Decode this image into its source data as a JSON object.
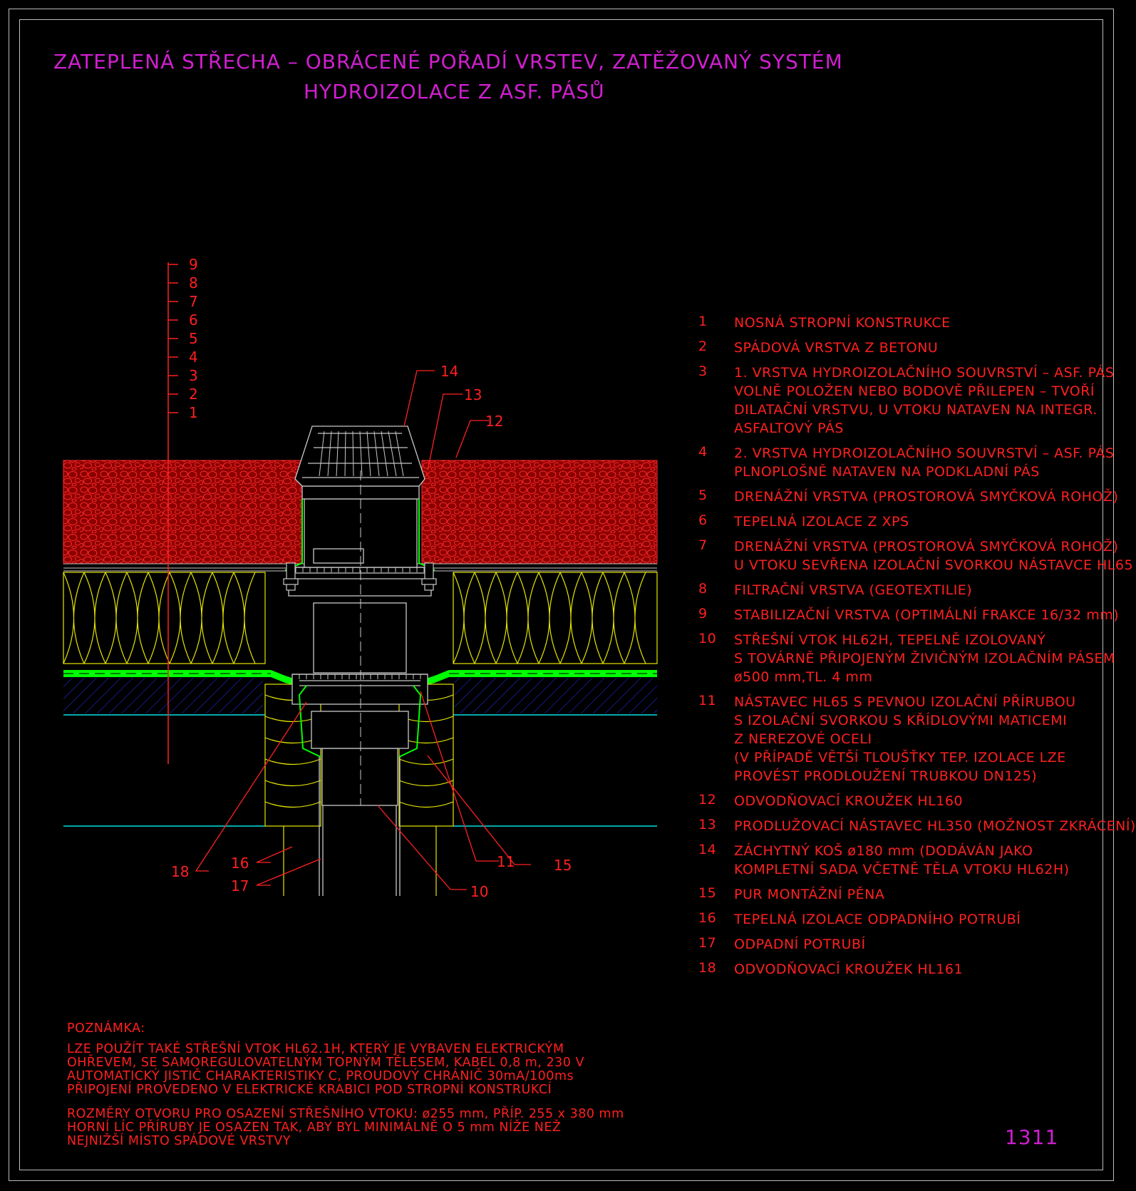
{
  "title": {
    "line1": "ZATEPLENÁ STŘECHA – OBRÁCENÉ POŘADÍ VRSTEV, ZATĚŽOVANÝ SYSTÉM",
    "line2": "HYDROIZOLACE Z ASF. PÁSŮ"
  },
  "layer_ticks": [
    "1",
    "2",
    "3",
    "4",
    "5",
    "6",
    "7",
    "8",
    "9"
  ],
  "callouts": [
    "14",
    "13",
    "12",
    "18",
    "16",
    "17",
    "11",
    "15",
    "10"
  ],
  "legend": [
    {
      "num": "1",
      "lines": [
        "NOSNÁ STROPNÍ KONSTRUKCE"
      ]
    },
    {
      "num": "2",
      "lines": [
        "SPÁDOVÁ VRSTVA Z BETONU"
      ]
    },
    {
      "num": "3",
      "lines": [
        "1. VRSTVA HYDROIZOLAČNÍHO SOUVRSTVÍ – ASF. PÁS",
        "VOLNĚ POLOŽEN NEBO BODOVĚ PŘILEPEN – TVOŘÍ",
        "DILATAČNÍ VRSTVU, U VTOKU NATAVEN NA INTEGR.",
        "ASFALTOVÝ PÁS"
      ]
    },
    {
      "num": "4",
      "lines": [
        "2. VRSTVA HYDROIZOLAČNÍHO SOUVRSTVÍ – ASF. PÁS",
        "PLNOPLOŠNĚ NATAVEN NA PODKLADNÍ PÁS"
      ]
    },
    {
      "num": "5",
      "lines": [
        "DRENÁŽNÍ VRSTVA (PROSTOROVÁ SMYČKOVÁ ROHOŽ)"
      ]
    },
    {
      "num": "6",
      "lines": [
        "TEPELNÁ IZOLACE Z XPS"
      ]
    },
    {
      "num": "7",
      "lines": [
        "DRENÁŽNÍ VRSTVA (PROSTOROVÁ SMYČKOVÁ ROHOŽ)",
        "U VTOKU SEVŘENA IZOLAČNÍ SVORKOU NÁSTAVCE HL65"
      ]
    },
    {
      "num": "8",
      "lines": [
        "FILTRAČNÍ VRSTVA (GEOTEXTILIE)"
      ]
    },
    {
      "num": "9",
      "lines": [
        "STABILIZAČNÍ VRSTVA (OPTIMÁLNÍ FRAKCE 16/32 mm)"
      ]
    },
    {
      "num": "10",
      "lines": [
        "STŘEŠNÍ VTOK HL62H, TEPELNĚ IZOLOVANÝ",
        "S TOVÁRNĚ PŘIPOJENÝM ŽIVIČNÝM IZOLAČNÍM PÁSEM",
        "ø500 mm,TL. 4 mm"
      ]
    },
    {
      "num": "11",
      "lines": [
        "NÁSTAVEC HL65 S PEVNOU IZOLAČNÍ PŘÍRUBOU",
        "S IZOLAČNÍ SVORKOU S KŘÍDLOVÝMI MATICEMI",
        "Z NEREZOVÉ OCELI",
        "(V PŘÍPADĚ VĚTŠÍ TLOUŠŤKY TEP. IZOLACE LZE",
        "PROVÉST PRODLOUŽENÍ TRUBKOU DN125)"
      ]
    },
    {
      "num": "12",
      "lines": [
        "ODVODŇOVACÍ KROUŽEK HL160"
      ]
    },
    {
      "num": "13",
      "lines": [
        "PRODLUŽOVACÍ NÁSTAVEC HL350 (MOŽNOST ZKRÁCENÍ)"
      ]
    },
    {
      "num": "14",
      "lines": [
        "ZÁCHYTNÝ KOŠ ø180 mm (DODÁVÁN JAKO",
        "KOMPLETNÍ SADA VČETNĚ TĚLA VTOKU HL62H)"
      ]
    },
    {
      "num": "15",
      "lines": [
        "PUR MONTÁŽNÍ PĚNA"
      ]
    },
    {
      "num": "16",
      "lines": [
        "TEPELNÁ IZOLACE ODPADNÍHO POTRUBÍ"
      ]
    },
    {
      "num": "17",
      "lines": [
        "ODPADNÍ POTRUBÍ"
      ]
    },
    {
      "num": "18",
      "lines": [
        "ODVODŇOVACÍ KROUŽEK HL161"
      ]
    }
  ],
  "note": {
    "heading": "POZNÁMKA:",
    "lines": [
      "LZE POUŽÍT TAKÉ STŘEŠNÍ VTOK HL62.1H, KTERÝ JE VYBAVEN ELEKTRICKÝM",
      "OHŘEVEM, SE SAMOREGULOVATELNÝM TOPNÝM TĚLESEM, KABEL 0,8 m, 230 V",
      "AUTOMATICKÝ JISTIČ CHARAKTERISTIKY C, PROUDOVÝ CHRÁNIČ 30mA/100ms",
      "PŘIPOJENÍ PROVEDENO V ELEKTRICKÉ KRABICI POD STROPNÍ KONSTRUKCÍ"
    ],
    "lines2": [
      "ROZMĚRY OTVORU PRO OSAZENÍ STŘEŠNÍHO VTOKU: ø255 mm, PŘÍP. 255 x 380 mm",
      "HORNÍ LÍC PŘÍRUBY JE OSAZEN TAK, ABY BYL MINIMÁLNĚ O 5 mm NÍŽE NEŽ",
      "NEJNIŽŠÍ MÍSTO SPÁDOVÉ VRSTVY"
    ]
  },
  "sheet_number": "1311",
  "colors": {
    "title": "#d11fd1",
    "text": "#ff2020",
    "gravel_fill": "#8b0000",
    "gravel_stroke": "#ff2a2a",
    "insulation": "#e6e600",
    "membrane": "#00ff00",
    "concrete": "#1d2bd6",
    "slab_line": "#00e0e0",
    "frame": "#bdbdbd"
  }
}
